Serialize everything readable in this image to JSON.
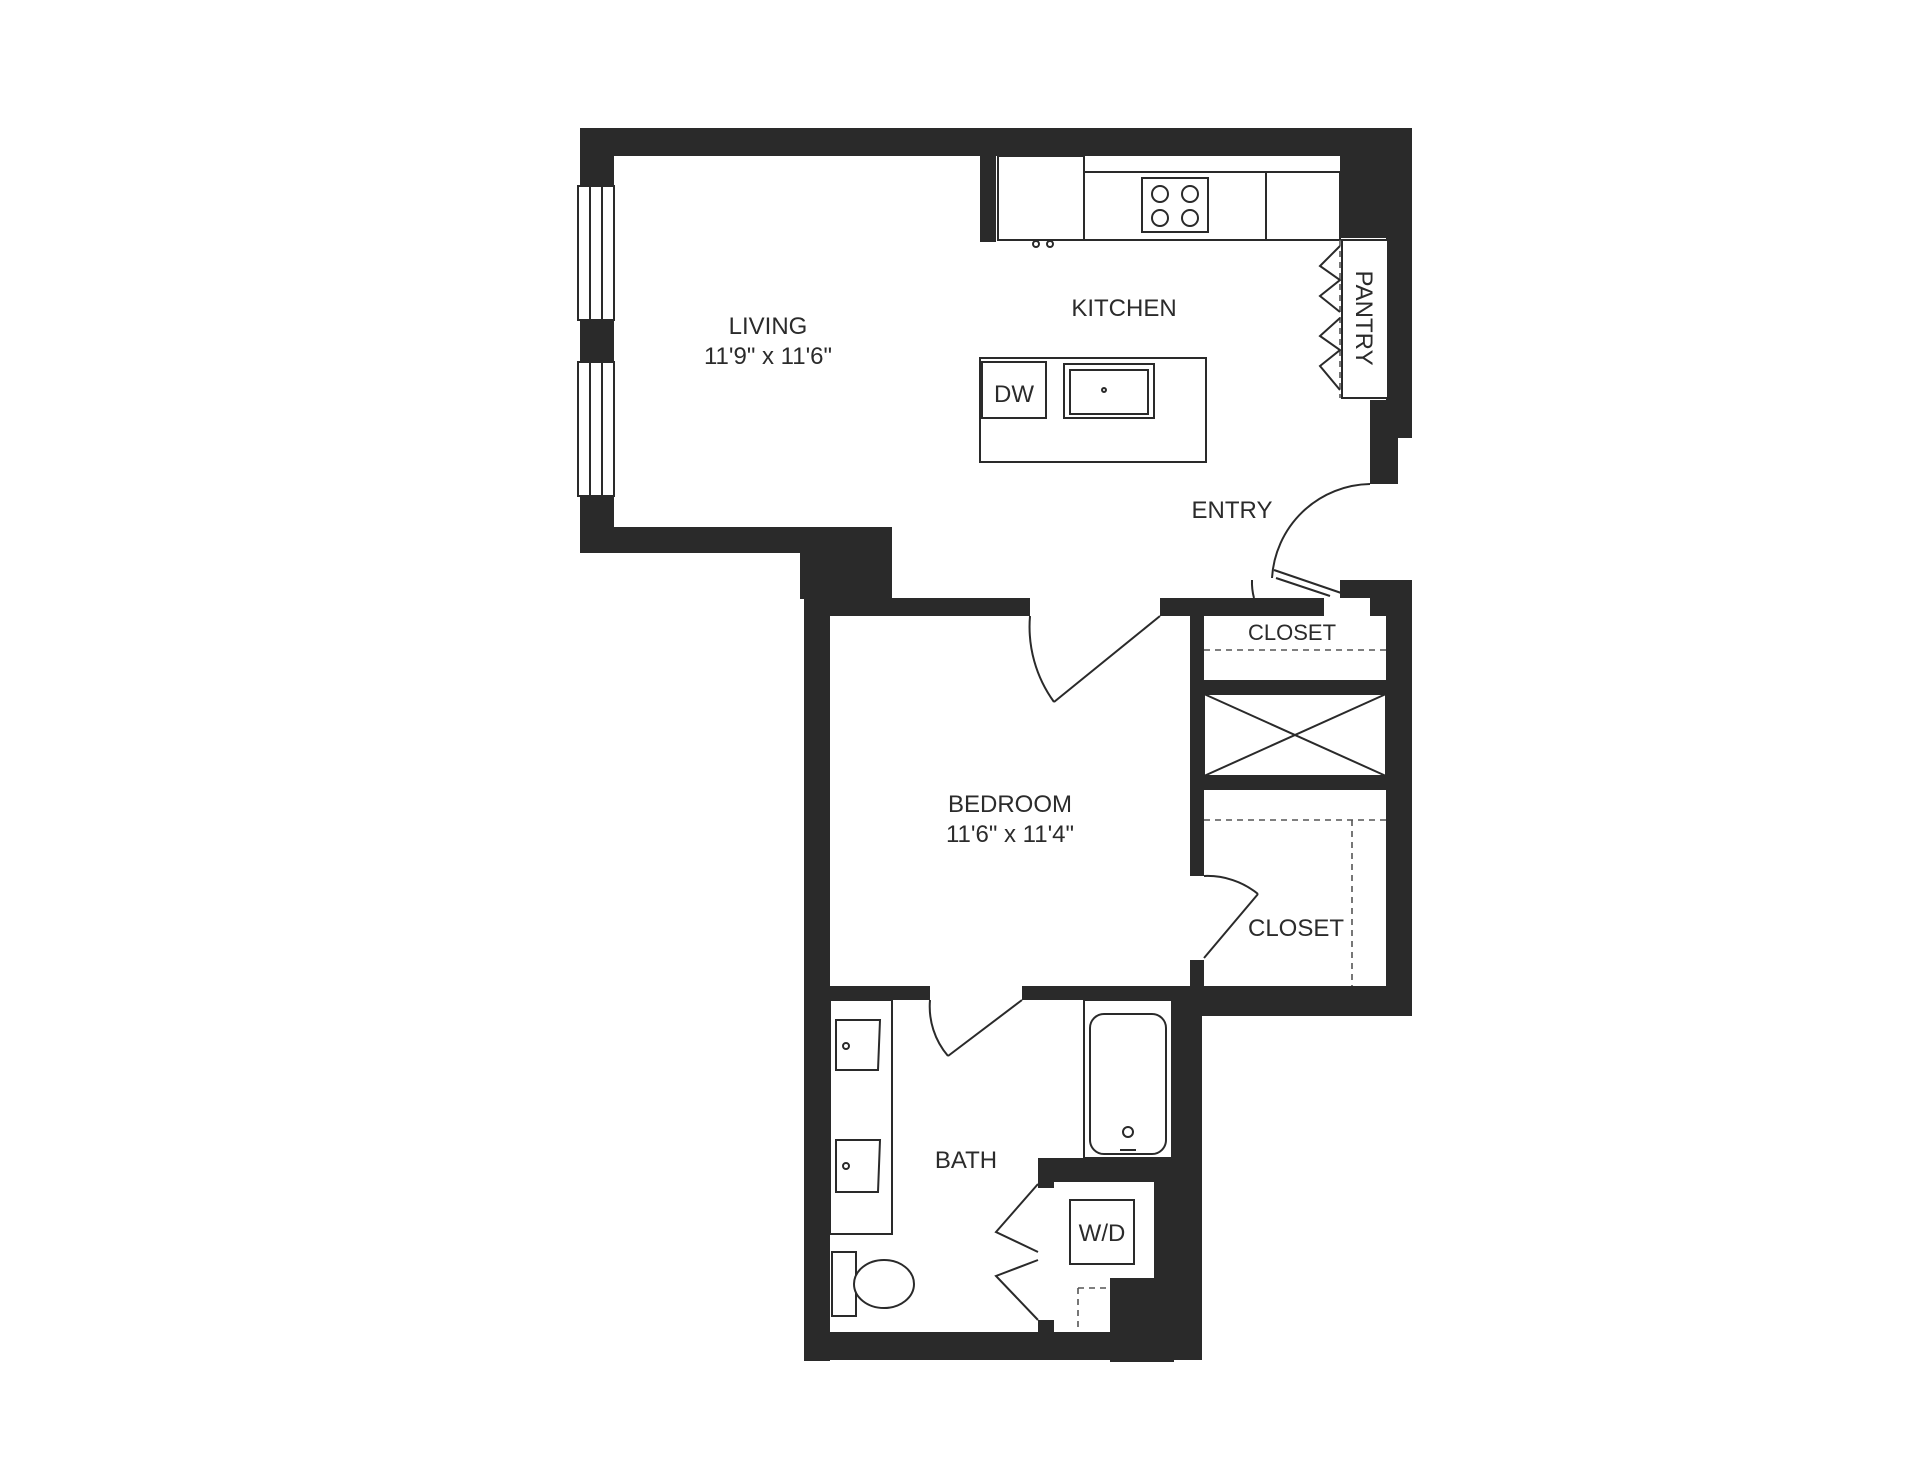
{
  "rooms": {
    "living": {
      "name": "LIVING",
      "dims": "11'9\" x 11'6\""
    },
    "kitchen": {
      "name": "KITCHEN"
    },
    "pantry": {
      "name": "PANTRY"
    },
    "entry": {
      "name": "ENTRY"
    },
    "closet_top": {
      "name": "CLOSET"
    },
    "bedroom": {
      "name": "BEDROOM",
      "dims": "11'6\" x 11'4\""
    },
    "closet_bedroom": {
      "name": "CLOSET"
    },
    "bath": {
      "name": "BATH"
    }
  },
  "appliances": {
    "dishwasher": "DW",
    "washer_dryer": "W/D"
  },
  "colors": {
    "wall": "#2a2a2a",
    "background": "#ffffff"
  }
}
